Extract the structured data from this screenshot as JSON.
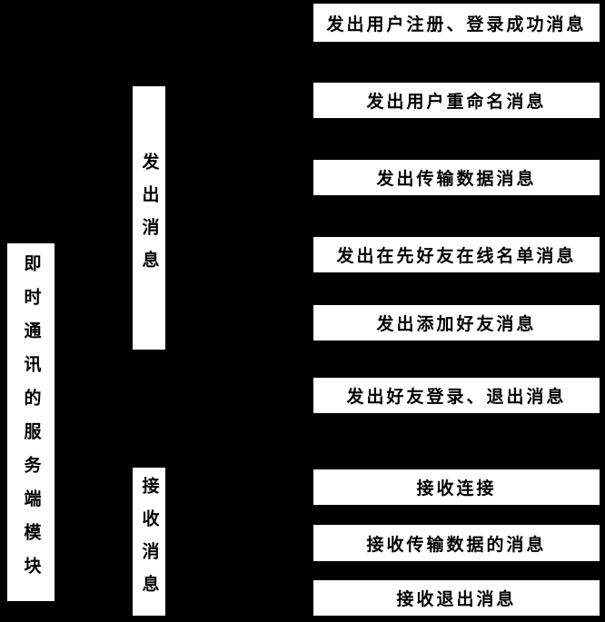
{
  "colors": {
    "background": "#000000",
    "box_fill": "#ffffff",
    "box_text": "#000000"
  },
  "diagram": {
    "root_label": "即时通讯的服务端模块",
    "send_group_label": "发出消息",
    "receive_group_label": "接收消息",
    "send_items": [
      "发出用户注册、登录成功消息",
      "发出用户重命名消息",
      "发出传输数据消息",
      "发出在先好友在线名单消息",
      "发出添加好友消息",
      "发出好友登录、退出消息"
    ],
    "receive_items": [
      "接收连接",
      "接收传输数据的消息",
      "接收退出消息"
    ]
  }
}
